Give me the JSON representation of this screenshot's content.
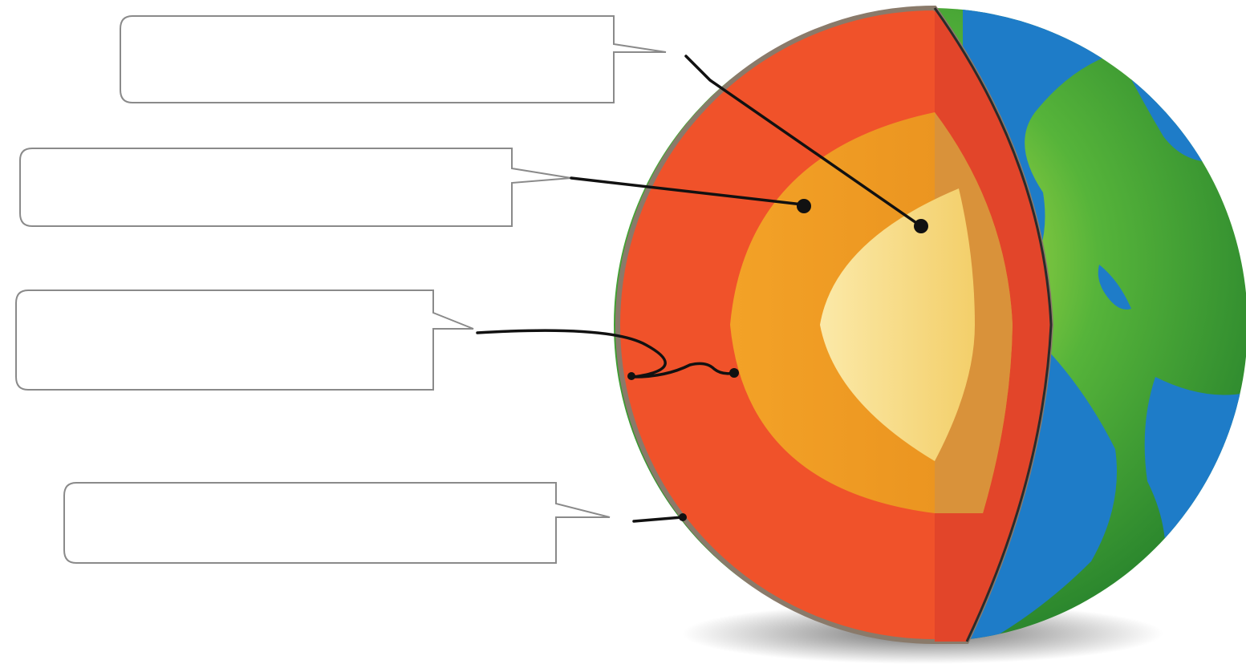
{
  "colors": {
    "crust": "#f0522a",
    "crust_face": "#e2452a",
    "mantle": "#f19a24",
    "mantle_face": "#d9923a",
    "core": "#f7dc8a",
    "ocean": "#1e7cc8",
    "land": "#3aa23a",
    "callout_border": "#8a8a8a",
    "pointer_line": "#111111"
  },
  "icons": {
    "globe": "earth-cutaway-illustration",
    "callout": "speech-bubble"
  },
  "labels": [
    {
      "id": "core",
      "text": ""
    },
    {
      "id": "mantle",
      "text": ""
    },
    {
      "id": "crust-boundary",
      "text": ""
    },
    {
      "id": "crust",
      "text": ""
    }
  ]
}
